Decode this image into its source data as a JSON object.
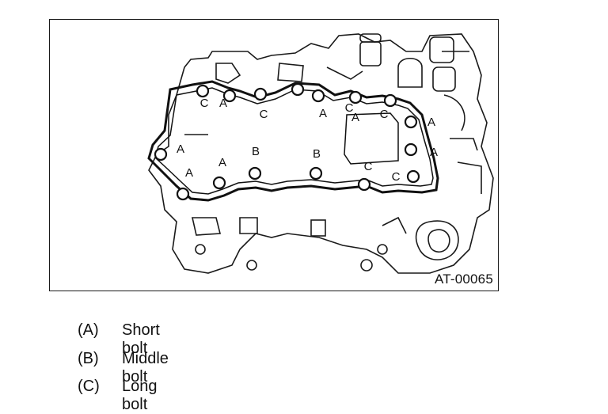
{
  "figure": {
    "code": "AT-00065",
    "bolt_labels": [
      "A",
      "C",
      "C",
      "A",
      "A",
      "C",
      "A",
      "C",
      "A",
      "A",
      "A",
      "B",
      "B",
      "C",
      "C",
      "A"
    ]
  },
  "legend": [
    {
      "code": "(A)",
      "text": "Short bolt"
    },
    {
      "code": "(B)",
      "text": "Middle bolt"
    },
    {
      "code": "(C)",
      "text": "Long bolt"
    }
  ]
}
